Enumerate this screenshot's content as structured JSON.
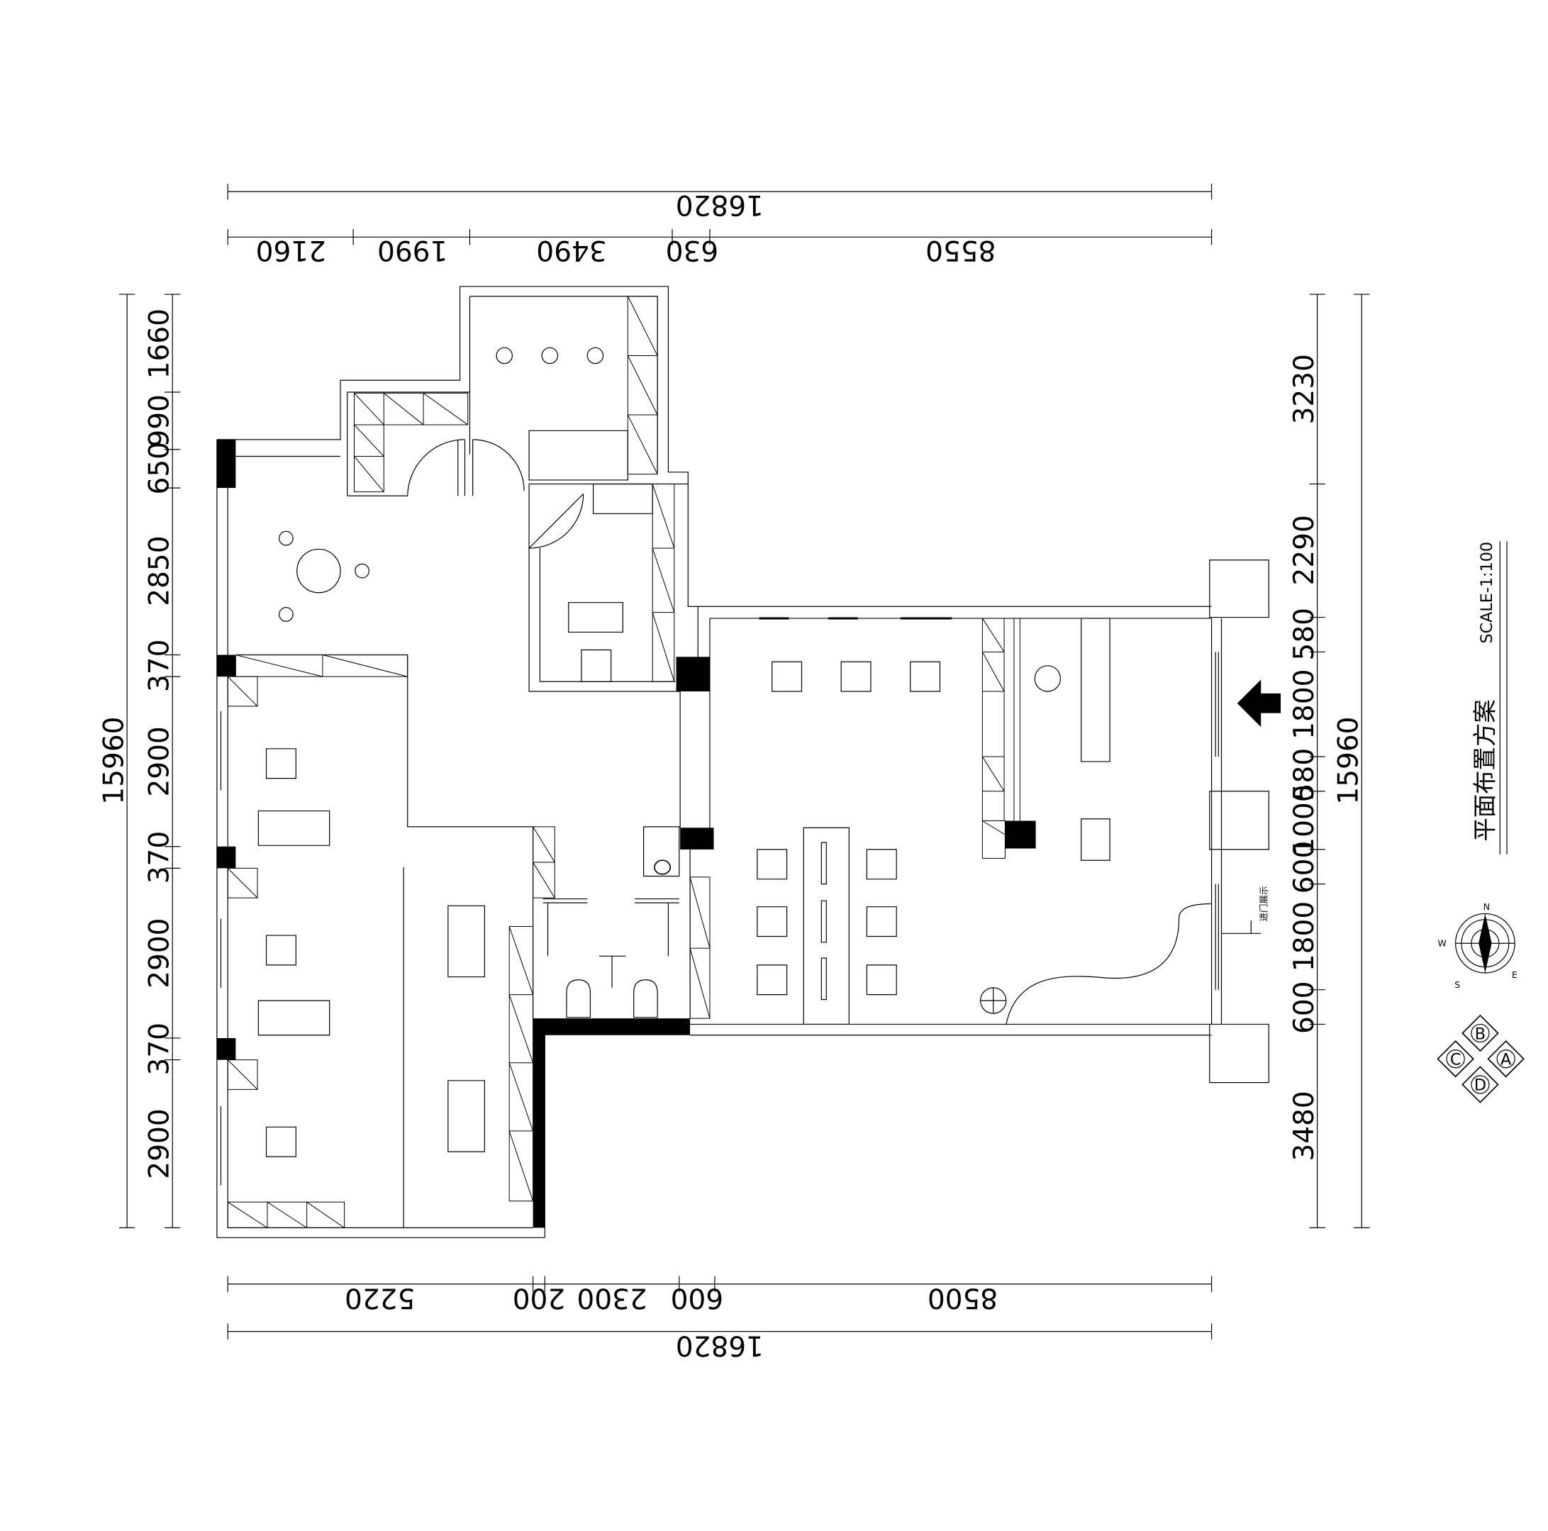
{
  "drawing": {
    "title": "平面布置方案",
    "scale": "SCALE-1:100",
    "entrance_note": "进门展示"
  },
  "dims": {
    "top_total": "16820",
    "top_segments": [
      "2160",
      "1990",
      "3490",
      "630",
      "8550"
    ],
    "bottom_total": "16820",
    "bottom_segments": [
      "5220",
      "200",
      "2300",
      "600",
      "8500"
    ],
    "left_total": "15960",
    "left_segments": [
      "1660",
      "990",
      "650",
      "2850",
      "370",
      "2900",
      "370",
      "2900",
      "370",
      "2900"
    ],
    "right_total": "15960",
    "right_segments": [
      "3230",
      "2290",
      "580",
      "1800",
      "580",
      "1000",
      "600",
      "1800",
      "600",
      "3480"
    ]
  },
  "compass": {
    "n": "N",
    "s": "S",
    "e": "E",
    "w": "W"
  },
  "elevation_marks": [
    "A",
    "B",
    "C",
    "D"
  ]
}
